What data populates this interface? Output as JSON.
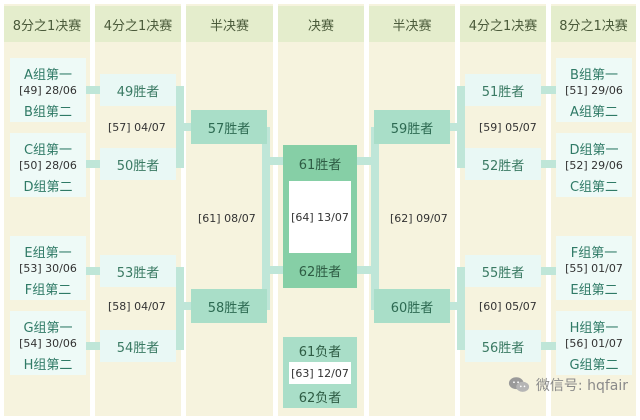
{
  "columns": [
    "8分之1决赛",
    "4分之1决赛",
    "半决赛",
    "决赛",
    "半决赛",
    "4分之1决赛",
    "8分之1决赛"
  ],
  "left_groups": [
    {
      "top": "A组第一",
      "match": "[49]  28/06",
      "bottom": "B组第二"
    },
    {
      "top": "C组第一",
      "match": "[50]  28/06",
      "bottom": "D组第二"
    },
    {
      "top": "E组第一",
      "match": "[53]  30/06",
      "bottom": "F组第二"
    },
    {
      "top": "G组第一",
      "match": "[54]  30/06",
      "bottom": "H组第二"
    }
  ],
  "right_groups": [
    {
      "top": "B组第一",
      "match": "[51]  29/06",
      "bottom": "A组第二"
    },
    {
      "top": "D组第一",
      "match": "[52]  29/06",
      "bottom": "C组第二"
    },
    {
      "top": "F组第一",
      "match": "[55]  01/07",
      "bottom": "E组第二"
    },
    {
      "top": "H组第一",
      "match": "[56]  01/07",
      "bottom": "G组第二"
    }
  ],
  "left_qf": {
    "boxes": [
      "49胜者",
      "50胜者",
      "53胜者",
      "54胜者"
    ],
    "matches": [
      "[57]  04/07",
      "[58]  04/07"
    ]
  },
  "right_qf": {
    "boxes": [
      "51胜者",
      "52胜者",
      "55胜者",
      "56胜者"
    ],
    "matches": [
      "[59]  05/07",
      "[60]  05/07"
    ]
  },
  "left_sf": {
    "boxes": [
      "57胜者",
      "58胜者"
    ],
    "match": "[61]  08/07"
  },
  "right_sf": {
    "boxes": [
      "59胜者",
      "60胜者"
    ],
    "match": "[62]  09/07"
  },
  "final": {
    "top": "61胜者",
    "match": "[64]  13/07",
    "bottom": "62胜者"
  },
  "third": {
    "top": "61负者",
    "match": "[63]  12/07",
    "bottom": "62负者"
  },
  "watermark": {
    "text": "微信号: hqfair"
  }
}
